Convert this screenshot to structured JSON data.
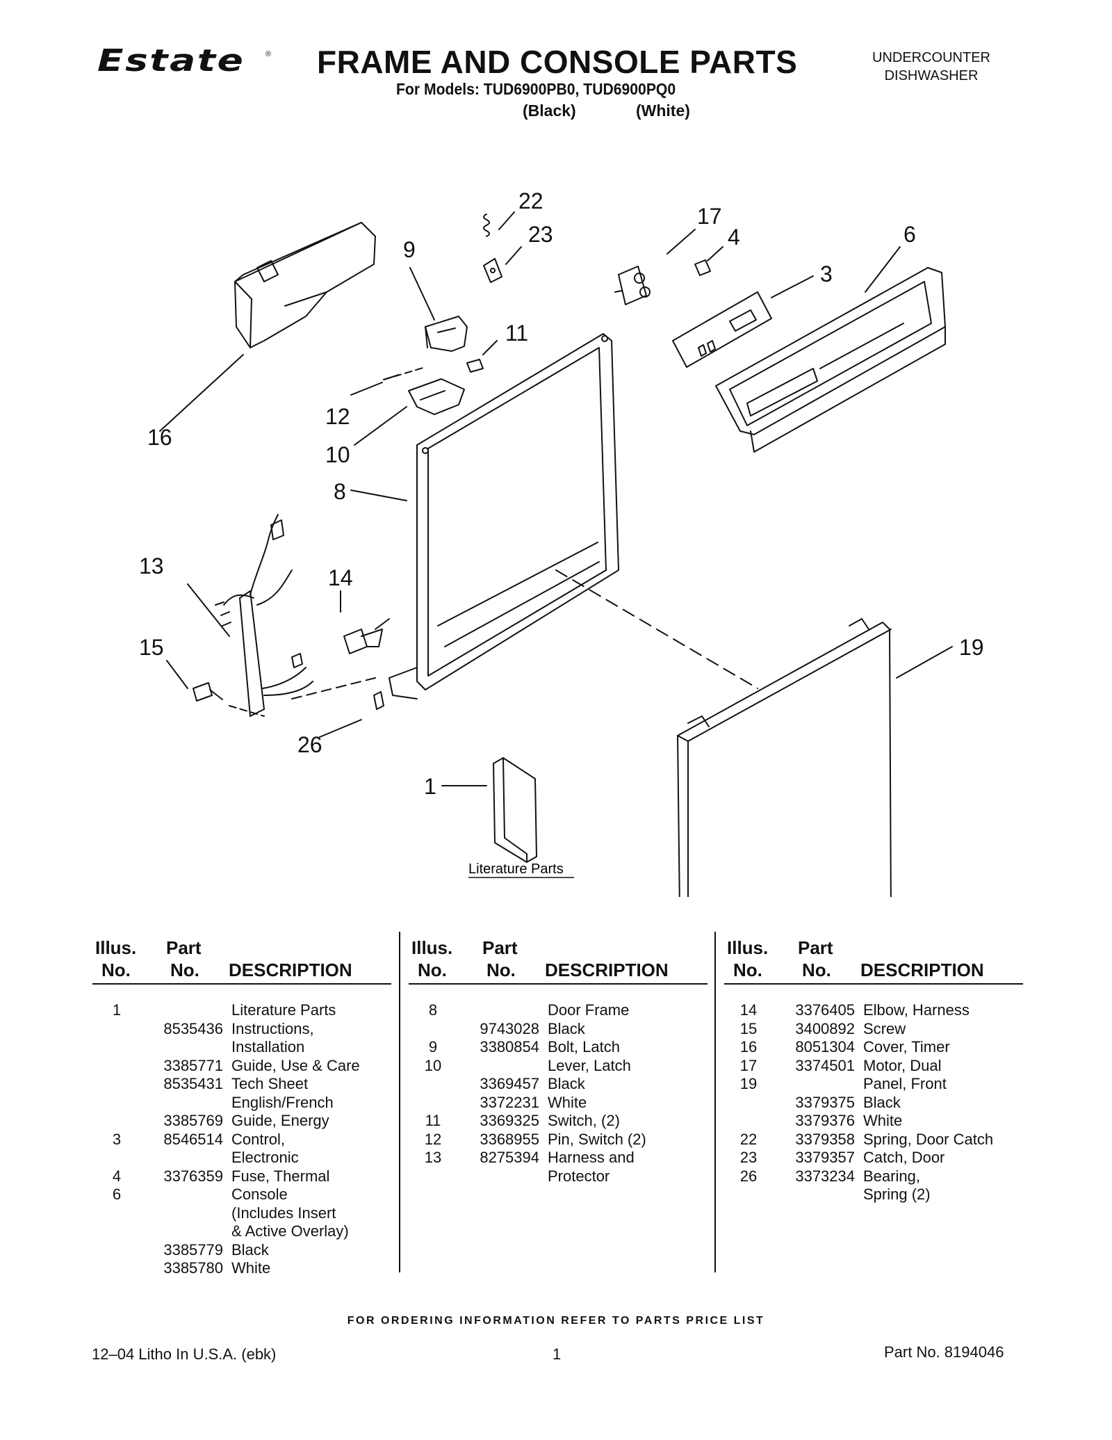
{
  "header": {
    "brand": "Estate",
    "brand_mark": "®",
    "title": "FRAME AND CONSOLE PARTS",
    "models": "For Models: TUD6900PB0, TUD6900PQ0",
    "color_black": "(Black)",
    "color_white": "(White)",
    "appliance_line1": "UNDERCOUNTER",
    "appliance_line2": "DISHWASHER"
  },
  "diagram": {
    "callouts": [
      "22",
      "17",
      "23",
      "4",
      "6",
      "9",
      "3",
      "11",
      "16",
      "12",
      "10",
      "8",
      "13",
      "14",
      "15",
      "19",
      "26",
      "1"
    ],
    "literature_label": "Literature Parts"
  },
  "table": {
    "headers": {
      "illus_1": "Illus.",
      "illus_2": "No.",
      "part_1": "Part",
      "part_2": "No.",
      "description": "DESCRIPTION"
    },
    "columns": [
      {
        "rows": [
          {
            "illus": "1",
            "part": "",
            "desc": "Literature Parts"
          },
          {
            "illus": "",
            "part": "8535436",
            "desc": "Instructions,"
          },
          {
            "illus": "",
            "part": "",
            "desc": "Installation"
          },
          {
            "illus": "",
            "part": "3385771",
            "desc": "Guide, Use & Care"
          },
          {
            "illus": "",
            "part": "8535431",
            "desc": "Tech Sheet"
          },
          {
            "illus": "",
            "part": "",
            "desc": "English/French"
          },
          {
            "illus": "",
            "part": "3385769",
            "desc": "Guide, Energy"
          },
          {
            "illus": "3",
            "part": "8546514",
            "desc": "Control,"
          },
          {
            "illus": "",
            "part": "",
            "desc": "Electronic"
          },
          {
            "illus": "4",
            "part": "3376359",
            "desc": "Fuse, Thermal"
          },
          {
            "illus": "6",
            "part": "",
            "desc": "Console"
          },
          {
            "illus": "",
            "part": "",
            "desc": "(Includes Insert"
          },
          {
            "illus": "",
            "part": "",
            "desc": "& Active Overlay)"
          },
          {
            "illus": "",
            "part": "3385779",
            "desc": "Black"
          },
          {
            "illus": "",
            "part": "3385780",
            "desc": "White"
          }
        ]
      },
      {
        "rows": [
          {
            "illus": "8",
            "part": "",
            "desc": "Door Frame"
          },
          {
            "illus": "",
            "part": "9743028",
            "desc": "Black"
          },
          {
            "illus": "9",
            "part": "3380854",
            "desc": "Bolt, Latch"
          },
          {
            "illus": "10",
            "part": "",
            "desc": "Lever, Latch"
          },
          {
            "illus": "",
            "part": "3369457",
            "desc": "Black"
          },
          {
            "illus": "",
            "part": "3372231",
            "desc": "White"
          },
          {
            "illus": "11",
            "part": "3369325",
            "desc": "Switch, (2)"
          },
          {
            "illus": "12",
            "part": "3368955",
            "desc": "Pin, Switch (2)"
          },
          {
            "illus": "13",
            "part": "8275394",
            "desc": "Harness and"
          },
          {
            "illus": "",
            "part": "",
            "desc": "Protector"
          }
        ]
      },
      {
        "rows": [
          {
            "illus": "14",
            "part": "3376405",
            "desc": "Elbow, Harness"
          },
          {
            "illus": "15",
            "part": "3400892",
            "desc": "Screw"
          },
          {
            "illus": "16",
            "part": "8051304",
            "desc": "Cover, Timer"
          },
          {
            "illus": "17",
            "part": "3374501",
            "desc": "Motor, Dual"
          },
          {
            "illus": "19",
            "part": "",
            "desc": "Panel, Front"
          },
          {
            "illus": "",
            "part": "3379375",
            "desc": "Black"
          },
          {
            "illus": "",
            "part": "3379376",
            "desc": "White"
          },
          {
            "illus": "22",
            "part": "3379358",
            "desc": "Spring, Door Catch"
          },
          {
            "illus": "23",
            "part": "3379357",
            "desc": "Catch, Door"
          },
          {
            "illus": "26",
            "part": "3373234",
            "desc": "Bearing,"
          },
          {
            "illus": "",
            "part": "",
            "desc": "Spring (2)"
          }
        ]
      }
    ]
  },
  "footer": {
    "ordering_note": "FOR ORDERING INFORMATION REFER TO PARTS PRICE LIST",
    "litho": "12–04 Litho In U.S.A. (ebk)",
    "page": "1",
    "part_no": "Part No. 8194046"
  }
}
